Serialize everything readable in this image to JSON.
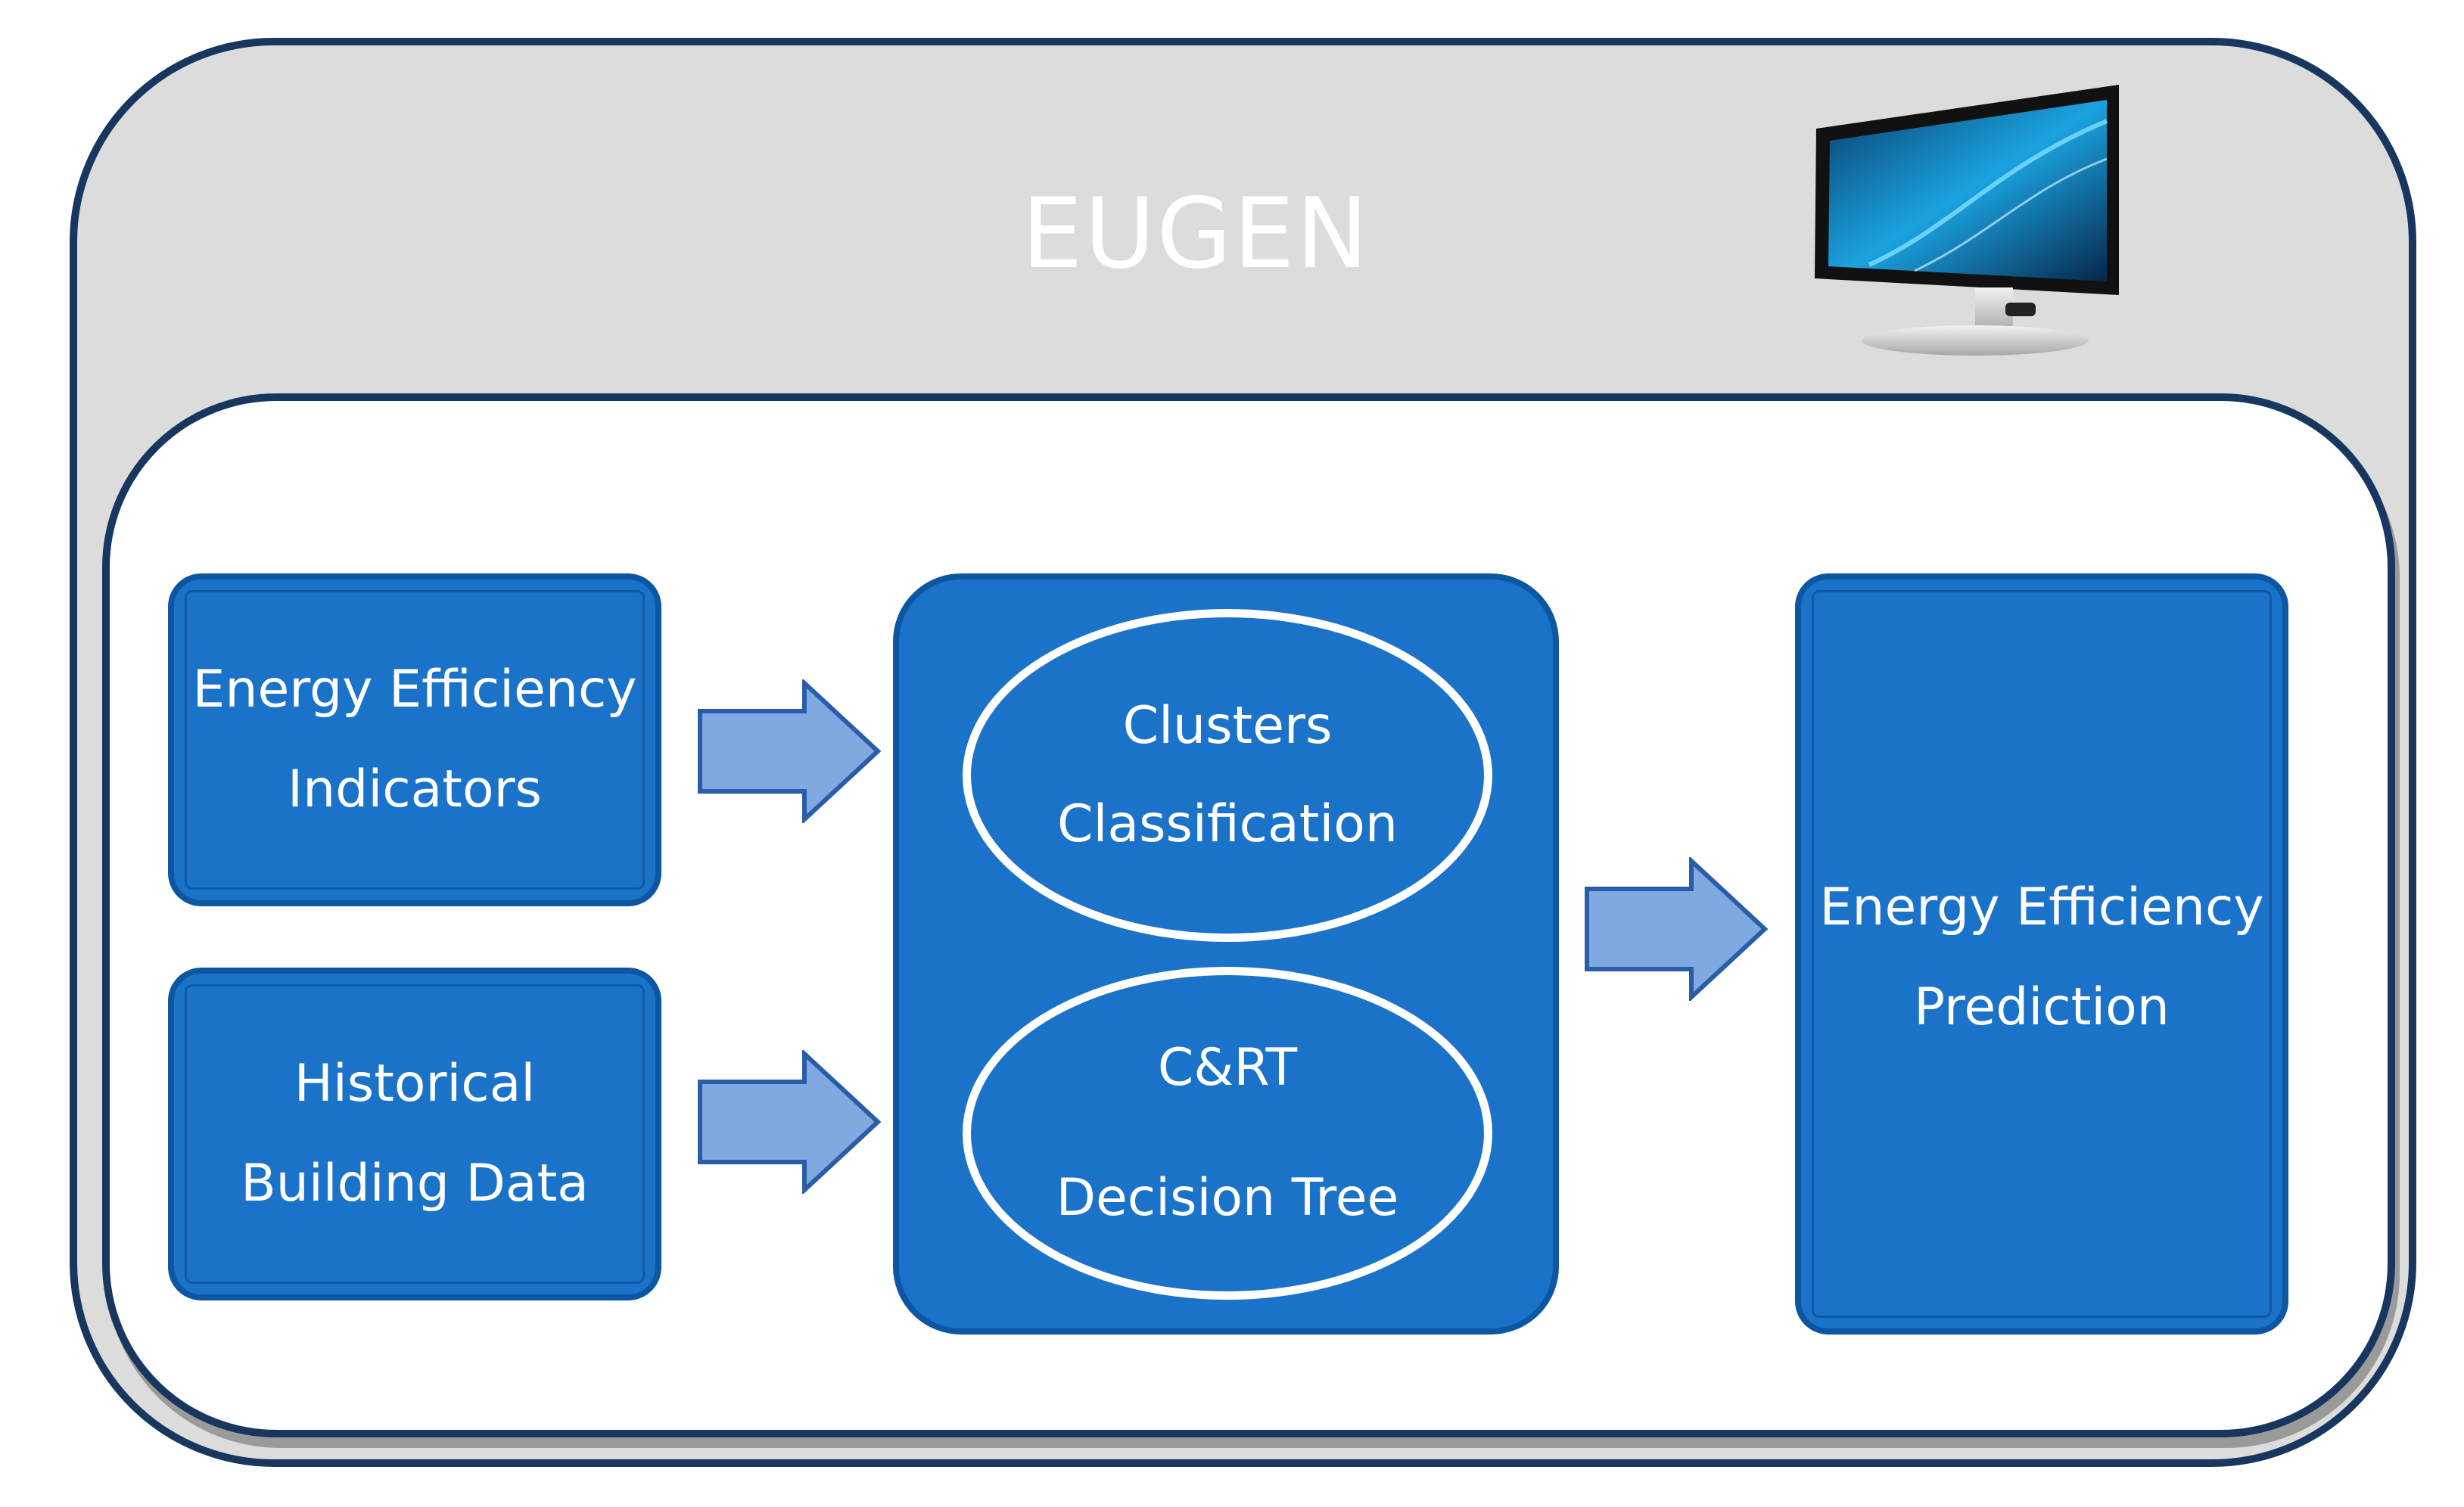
{
  "diagram": {
    "title": "EUGEN",
    "inputs": [
      {
        "line1": "Energy Efficiency",
        "line2": "Indicators"
      },
      {
        "line1": "Historical",
        "line2": "Building Data"
      }
    ],
    "methods": [
      {
        "line1": "Clusters",
        "line2": "Classification"
      },
      {
        "line1": "C&RT",
        "line2": "Decision Tree"
      }
    ],
    "output": {
      "line1": "Energy Efficiency",
      "line2": "Prediction"
    }
  },
  "colors": {
    "frame_border": "#17375e",
    "outer_background": "#dcdcdc",
    "box_fill": "#1a73c8",
    "box_border": "#0d56a3",
    "arrow_fill": "#7fa9e0",
    "arrow_border": "#2a5da8"
  },
  "icons": {
    "computer": "desktop-monitor-icon"
  }
}
